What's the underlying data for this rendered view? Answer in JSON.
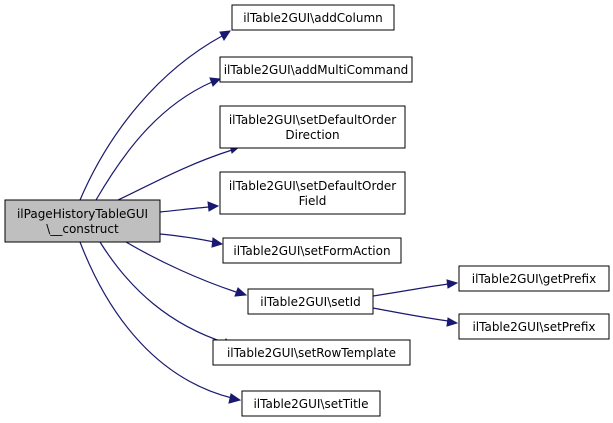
{
  "graph": {
    "root": {
      "line1": "ilPageHistoryTableGUI",
      "line2": "\\__construct"
    },
    "callees": {
      "add_column": "ilTable2GUI\\addColumn",
      "add_multi_command": "ilTable2GUI\\addMultiCommand",
      "set_default_order_direction_line1": "ilTable2GUI\\setDefaultOrder",
      "set_default_order_direction_line2": "Direction",
      "set_default_order_field_line1": "ilTable2GUI\\setDefaultOrder",
      "set_default_order_field_line2": "Field",
      "set_form_action": "ilTable2GUI\\setFormAction",
      "set_id": "ilTable2GUI\\setId",
      "set_row_template": "ilTable2GUI\\setRowTemplate",
      "set_title": "ilTable2GUI\\setTitle"
    },
    "second_level": {
      "get_prefix": "ilTable2GUI\\getPrefix",
      "set_prefix": "ilTable2GUI\\setPrefix"
    },
    "colors": {
      "edge": "#191970",
      "root_fill": "#bfbfbf",
      "node_fill": "#ffffff",
      "node_border": "#000000"
    }
  }
}
